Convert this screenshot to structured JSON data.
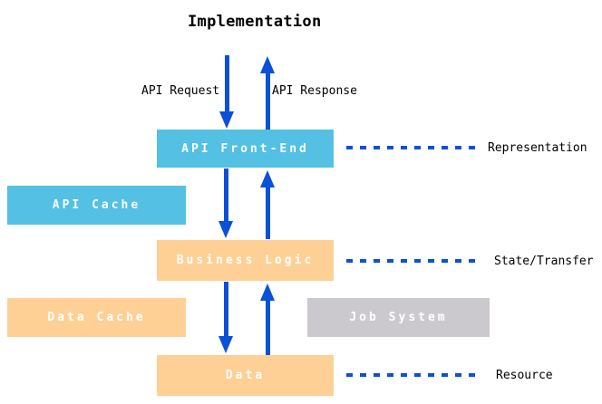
{
  "title": "Implementation",
  "flow": {
    "request_label": "API Request",
    "response_label": "API Response"
  },
  "boxes": {
    "api_front_end": {
      "label": "API Front-End",
      "color": "#53C0E4"
    },
    "api_cache": {
      "label": "API Cache",
      "color": "#53C0E4"
    },
    "business_logic": {
      "label": "Business Logic",
      "color": "#FED096"
    },
    "data_cache": {
      "label": "Data Cache",
      "color": "#FED096"
    },
    "job_system": {
      "label": "Job System",
      "color": "#CCC9CE"
    },
    "data": {
      "label": "Data",
      "color": "#FED096"
    }
  },
  "layers": {
    "representation": "Representation",
    "state_transfer": "State/Transfer",
    "resource": "Resource"
  },
  "colors": {
    "arrow_blue": "#0B50D9",
    "dash_blue": "#0B50D9",
    "box_text": "#FFFFFF",
    "label_text": "#000000"
  }
}
